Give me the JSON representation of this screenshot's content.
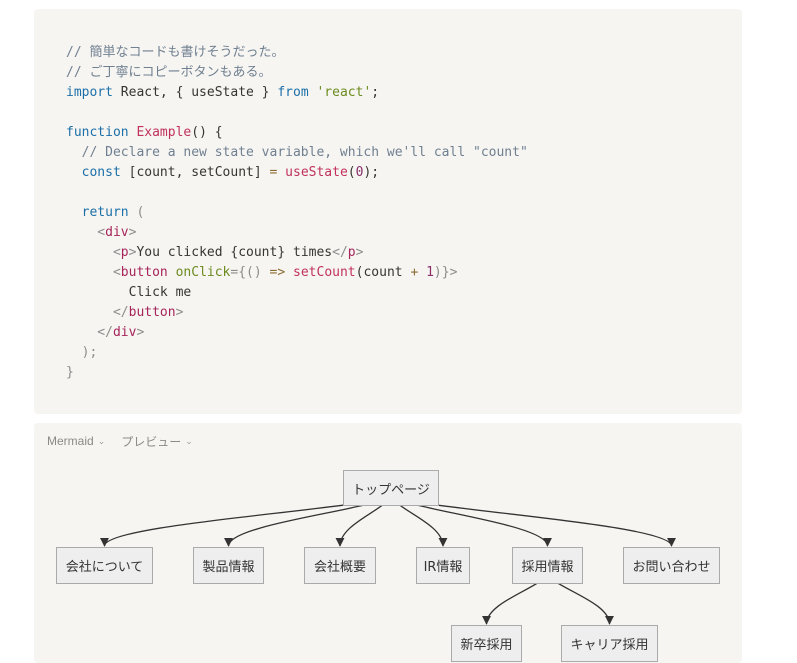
{
  "code": {
    "lines": [
      [
        {
          "t": "// 簡単なコードも書けそうだった。",
          "c": "comment"
        }
      ],
      [
        {
          "t": "// ご丁寧にコピーボタンもある。",
          "c": "comment"
        }
      ],
      [
        {
          "t": "import",
          "c": "keyword"
        },
        {
          "t": " React, { useState } ",
          "c": "plain"
        },
        {
          "t": "from",
          "c": "keyword"
        },
        {
          "t": " ",
          "c": "plain"
        },
        {
          "t": "'react'",
          "c": "string"
        },
        {
          "t": ";",
          "c": "plain"
        }
      ],
      [],
      [
        {
          "t": "function",
          "c": "keyword"
        },
        {
          "t": " ",
          "c": "plain"
        },
        {
          "t": "Example",
          "c": "func"
        },
        {
          "t": "() {",
          "c": "plain"
        }
      ],
      [
        {
          "t": "  // Declare a new state variable, which we'll call \"count\"",
          "c": "comment"
        }
      ],
      [
        {
          "t": "  ",
          "c": "plain"
        },
        {
          "t": "const",
          "c": "keyword"
        },
        {
          "t": " [count, setCount] ",
          "c": "plain"
        },
        {
          "t": "=",
          "c": "op"
        },
        {
          "t": " ",
          "c": "plain"
        },
        {
          "t": "useState",
          "c": "func"
        },
        {
          "t": "(",
          "c": "plain"
        },
        {
          "t": "0",
          "c": "num"
        },
        {
          "t": ");",
          "c": "plain"
        }
      ],
      [],
      [
        {
          "t": "  ",
          "c": "plain"
        },
        {
          "t": "return",
          "c": "keyword"
        },
        {
          "t": " (",
          "c": "punct"
        }
      ],
      [
        {
          "t": "    <",
          "c": "punct"
        },
        {
          "t": "div",
          "c": "tag"
        },
        {
          "t": ">",
          "c": "punct"
        }
      ],
      [
        {
          "t": "      <",
          "c": "punct"
        },
        {
          "t": "p",
          "c": "tag"
        },
        {
          "t": ">",
          "c": "punct"
        },
        {
          "t": "You clicked {count} times",
          "c": "plain"
        },
        {
          "t": "</",
          "c": "punct"
        },
        {
          "t": "p",
          "c": "tag"
        },
        {
          "t": ">",
          "c": "punct"
        }
      ],
      [
        {
          "t": "      <",
          "c": "punct"
        },
        {
          "t": "button",
          "c": "tag"
        },
        {
          "t": " ",
          "c": "plain"
        },
        {
          "t": "onClick",
          "c": "attr"
        },
        {
          "t": "={() ",
          "c": "punct"
        },
        {
          "t": "=>",
          "c": "op"
        },
        {
          "t": " ",
          "c": "plain"
        },
        {
          "t": "setCount",
          "c": "func"
        },
        {
          "t": "(count ",
          "c": "plain"
        },
        {
          "t": "+",
          "c": "op"
        },
        {
          "t": " ",
          "c": "plain"
        },
        {
          "t": "1",
          "c": "num"
        },
        {
          "t": ")}>",
          "c": "punct"
        }
      ],
      [
        {
          "t": "        Click me",
          "c": "plain"
        }
      ],
      [
        {
          "t": "      </",
          "c": "punct"
        },
        {
          "t": "button",
          "c": "tag"
        },
        {
          "t": ">",
          "c": "punct"
        }
      ],
      [
        {
          "t": "    </",
          "c": "punct"
        },
        {
          "t": "div",
          "c": "tag"
        },
        {
          "t": ">",
          "c": "punct"
        }
      ],
      [
        {
          "t": "  );",
          "c": "punct"
        }
      ],
      [
        {
          "t": "}",
          "c": "punct"
        }
      ]
    ]
  },
  "mermaid_toolbar": {
    "language_label": "Mermaid",
    "view_label": "プレビュー"
  },
  "diagram": {
    "nodes": [
      {
        "id": "top",
        "label": "トップページ"
      },
      {
        "id": "about",
        "label": "会社について"
      },
      {
        "id": "products",
        "label": "製品情報"
      },
      {
        "id": "overview",
        "label": "会社概要"
      },
      {
        "id": "ir",
        "label": "IR情報"
      },
      {
        "id": "recruit",
        "label": "採用情報"
      },
      {
        "id": "contact",
        "label": "お問い合わせ"
      },
      {
        "id": "newgrad",
        "label": "新卒採用"
      },
      {
        "id": "career",
        "label": "キャリア採用"
      }
    ],
    "edges": [
      {
        "from": "top",
        "to": "about"
      },
      {
        "from": "top",
        "to": "products"
      },
      {
        "from": "top",
        "to": "overview"
      },
      {
        "from": "top",
        "to": "ir"
      },
      {
        "from": "top",
        "to": "recruit"
      },
      {
        "from": "top",
        "to": "contact"
      },
      {
        "from": "recruit",
        "to": "newgrad"
      },
      {
        "from": "recruit",
        "to": "career"
      }
    ],
    "colors": {
      "node_fill": "#eeeeee",
      "node_border": "#aaaaaa",
      "edge": "#333333"
    }
  }
}
